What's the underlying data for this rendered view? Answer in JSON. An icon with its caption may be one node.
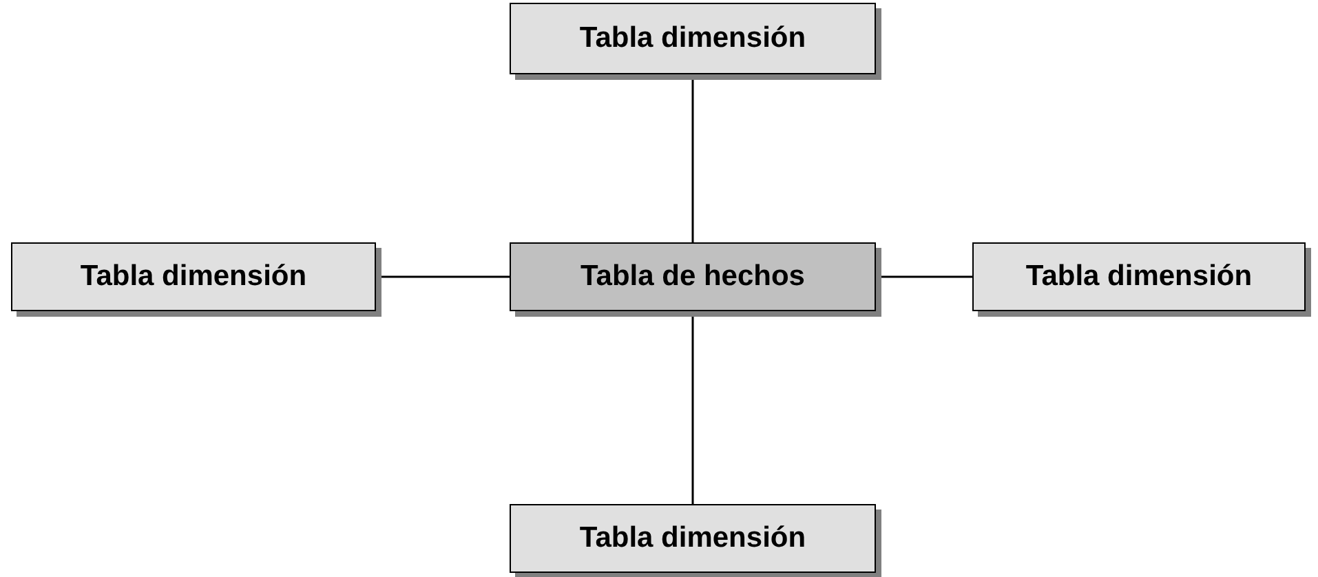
{
  "diagram": {
    "nodes": [
      {
        "text": [
          "Tabla dimensión"
        ]
      },
      {
        "text": [
          "Tabla dimensión"
        ]
      },
      {
        "text": [
          "Tabla de hechos"
        ]
      },
      {
        "text": [
          "Tabla dimensión"
        ]
      },
      {
        "text": [
          "Tabla dimensión"
        ]
      }
    ],
    "edges": [
      {
        "from": 2,
        "to": 0,
        "arrow": "none"
      },
      {
        "from": 2,
        "to": 1,
        "arrow": "none"
      },
      {
        "from": 2,
        "to": 3,
        "arrow": "none"
      },
      {
        "from": 2,
        "to": 4,
        "arrow": "none"
      }
    ]
  }
}
